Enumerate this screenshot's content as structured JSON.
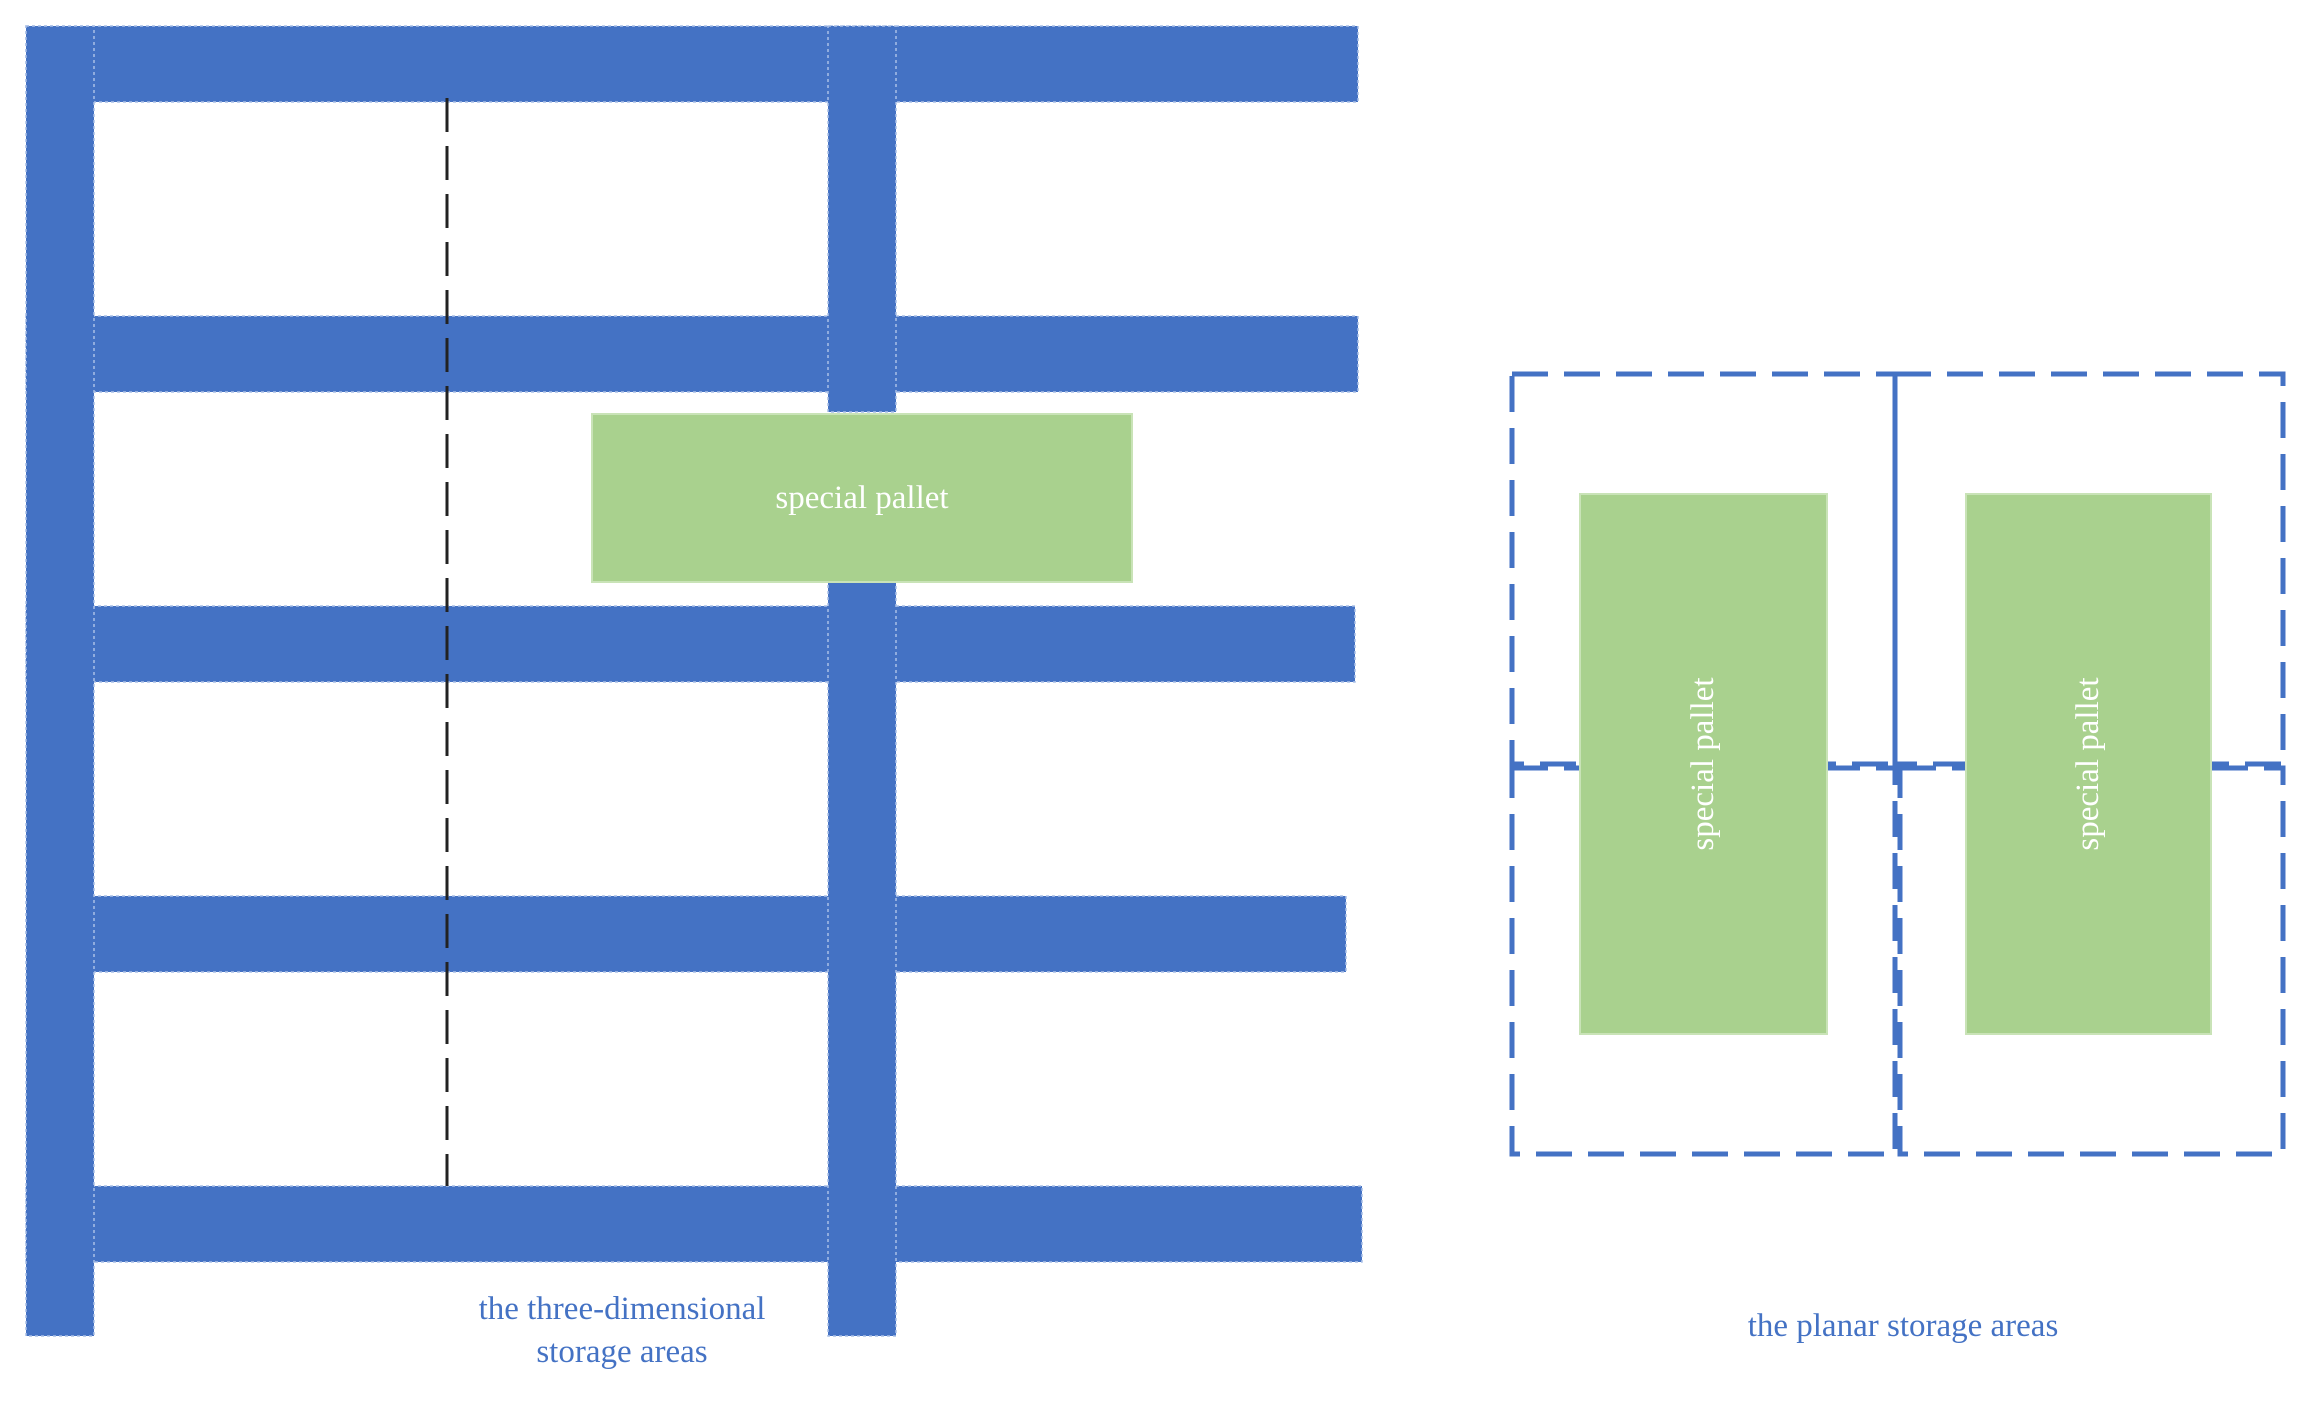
{
  "colors": {
    "rack_blue": "#4472c4",
    "rack_edge": "#a9bfe6",
    "pallet_green": "#a9d18e",
    "pallet_edge": "#c9e3b7",
    "pallet_text": "#ffffff",
    "caption_blue": "#4472c4",
    "guide_black": "#222222",
    "background": "#ffffff"
  },
  "three_dimensional_area": {
    "pallet_label": "special pallet",
    "caption_line_1": "the three-dimensional",
    "caption_line_2": "storage areas"
  },
  "planar_area": {
    "pallets": [
      {
        "label": "special pallet"
      },
      {
        "label": "special pallet"
      }
    ],
    "caption": "the planar storage areas"
  }
}
